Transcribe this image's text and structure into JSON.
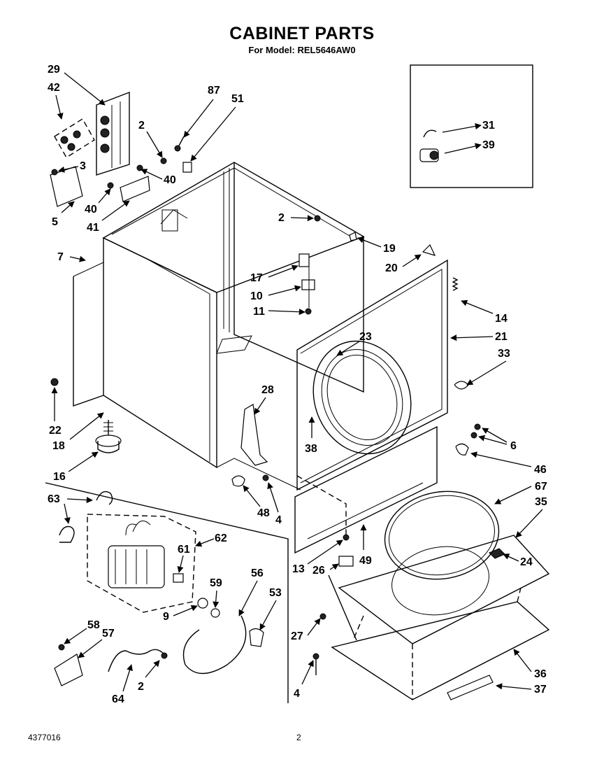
{
  "header": {
    "title": "CABINET PARTS",
    "subtitle": "For Model: REL5646AW0"
  },
  "footer": {
    "doc_number": "4377016",
    "page_number": "2"
  },
  "callouts": [
    {
      "id": "c29",
      "label": "29"
    },
    {
      "id": "c42",
      "label": "42"
    },
    {
      "id": "c87",
      "label": "87"
    },
    {
      "id": "c51",
      "label": "51"
    },
    {
      "id": "c2a",
      "label": "2"
    },
    {
      "id": "c3",
      "label": "3"
    },
    {
      "id": "c40a",
      "label": "40"
    },
    {
      "id": "c40b",
      "label": "40"
    },
    {
      "id": "c5",
      "label": "5"
    },
    {
      "id": "c41",
      "label": "41"
    },
    {
      "id": "c31",
      "label": "31"
    },
    {
      "id": "c39",
      "label": "39"
    },
    {
      "id": "c2b",
      "label": "2"
    },
    {
      "id": "c19",
      "label": "19"
    },
    {
      "id": "c7",
      "label": "7"
    },
    {
      "id": "c17",
      "label": "17"
    },
    {
      "id": "c20",
      "label": "20"
    },
    {
      "id": "c10",
      "label": "10"
    },
    {
      "id": "c14",
      "label": "14"
    },
    {
      "id": "c11",
      "label": "11"
    },
    {
      "id": "c21",
      "label": "21"
    },
    {
      "id": "c23",
      "label": "23"
    },
    {
      "id": "c33",
      "label": "33"
    },
    {
      "id": "c28",
      "label": "28"
    },
    {
      "id": "c22",
      "label": "22"
    },
    {
      "id": "c18",
      "label": "18"
    },
    {
      "id": "c38",
      "label": "38"
    },
    {
      "id": "c6",
      "label": "6"
    },
    {
      "id": "c16",
      "label": "16"
    },
    {
      "id": "c46",
      "label": "46"
    },
    {
      "id": "c67",
      "label": "67"
    },
    {
      "id": "c35",
      "label": "35"
    },
    {
      "id": "c48",
      "label": "48"
    },
    {
      "id": "c4a",
      "label": "4"
    },
    {
      "id": "c63",
      "label": "63"
    },
    {
      "id": "c62",
      "label": "62"
    },
    {
      "id": "c61",
      "label": "61"
    },
    {
      "id": "c49",
      "label": "49"
    },
    {
      "id": "c24",
      "label": "24"
    },
    {
      "id": "c13",
      "label": "13"
    },
    {
      "id": "c26",
      "label": "26"
    },
    {
      "id": "c59",
      "label": "59"
    },
    {
      "id": "c56",
      "label": "56"
    },
    {
      "id": "c53",
      "label": "53"
    },
    {
      "id": "c9",
      "label": "9"
    },
    {
      "id": "c58",
      "label": "58"
    },
    {
      "id": "c57",
      "label": "57"
    },
    {
      "id": "c27",
      "label": "27"
    },
    {
      "id": "c36",
      "label": "36"
    },
    {
      "id": "c4b",
      "label": "4"
    },
    {
      "id": "c37",
      "label": "37"
    },
    {
      "id": "c64",
      "label": "64"
    },
    {
      "id": "c2c",
      "label": "2"
    }
  ]
}
